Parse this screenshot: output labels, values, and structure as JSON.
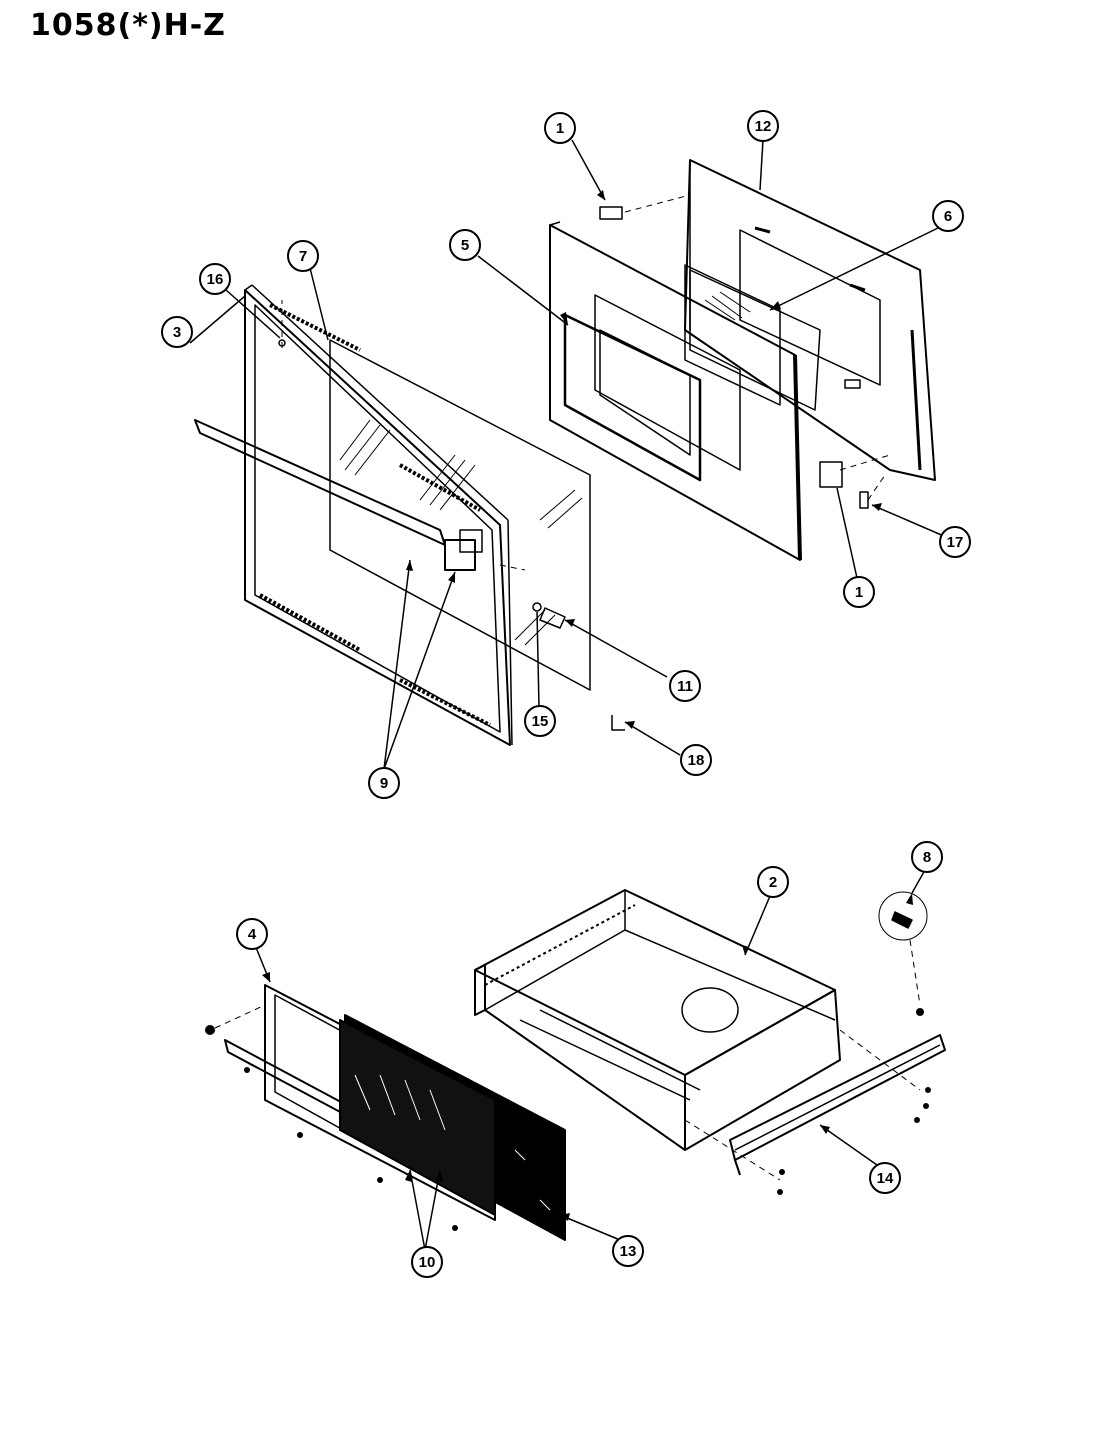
{
  "page": {
    "title": "1058(*)H-Z"
  },
  "callouts": [
    {
      "id": "c1a",
      "label": "1"
    },
    {
      "id": "c12",
      "label": "12"
    },
    {
      "id": "c6",
      "label": "6"
    },
    {
      "id": "c5",
      "label": "5"
    },
    {
      "id": "c7",
      "label": "7"
    },
    {
      "id": "c16",
      "label": "16"
    },
    {
      "id": "c3",
      "label": "3"
    },
    {
      "id": "c17",
      "label": "17"
    },
    {
      "id": "c1b",
      "label": "1"
    },
    {
      "id": "c11",
      "label": "11"
    },
    {
      "id": "c15",
      "label": "15"
    },
    {
      "id": "c18",
      "label": "18"
    },
    {
      "id": "c9",
      "label": "9"
    },
    {
      "id": "c8",
      "label": "8"
    },
    {
      "id": "c2",
      "label": "2"
    },
    {
      "id": "c4",
      "label": "4"
    },
    {
      "id": "c14",
      "label": "14"
    },
    {
      "id": "c13",
      "label": "13"
    },
    {
      "id": "c10",
      "label": "10"
    }
  ],
  "colors": {
    "ink": "#000000",
    "paper": "#ffffff"
  }
}
